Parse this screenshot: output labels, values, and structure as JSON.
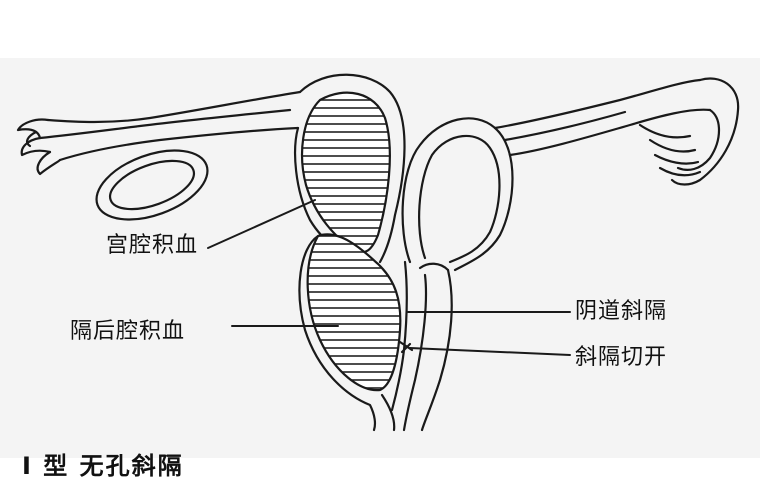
{
  "labels": {
    "uterine_hematoma": "宫腔积血",
    "post_septum_hematoma": "隔后腔积血",
    "vaginal_oblique_septum": "阴道斜隔",
    "septum_incision": "斜隔切开",
    "bottom_caption_partial": "I 型 无孔斜隔"
  }
}
